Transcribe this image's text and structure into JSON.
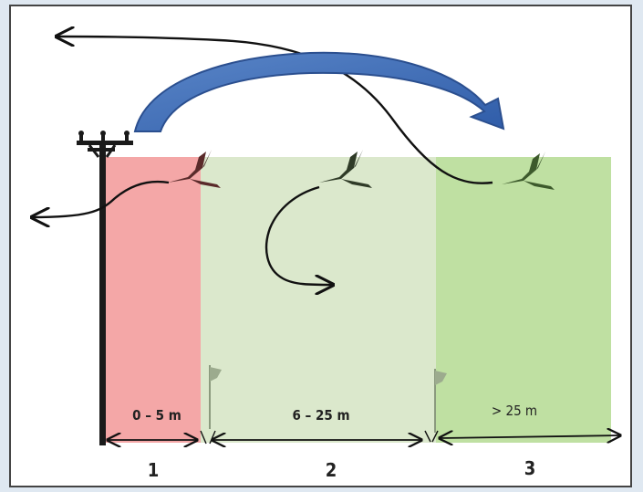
{
  "zones": [
    {
      "number": "1",
      "distance": "0 – 5 m",
      "color": "#f4a7a7"
    },
    {
      "number": "2",
      "distance": "6 – 25 m",
      "color": "#dbe8cc"
    },
    {
      "number": "3",
      "distance": "> 25 m",
      "color": "#bfe0a2"
    }
  ],
  "colors": {
    "arrow_fill": "#3f6db6",
    "arrow_stroke": "#2b4f8f",
    "line": "#111111"
  },
  "icons": [
    "utility-pole-icon",
    "bird-icon",
    "flag-icon"
  ]
}
